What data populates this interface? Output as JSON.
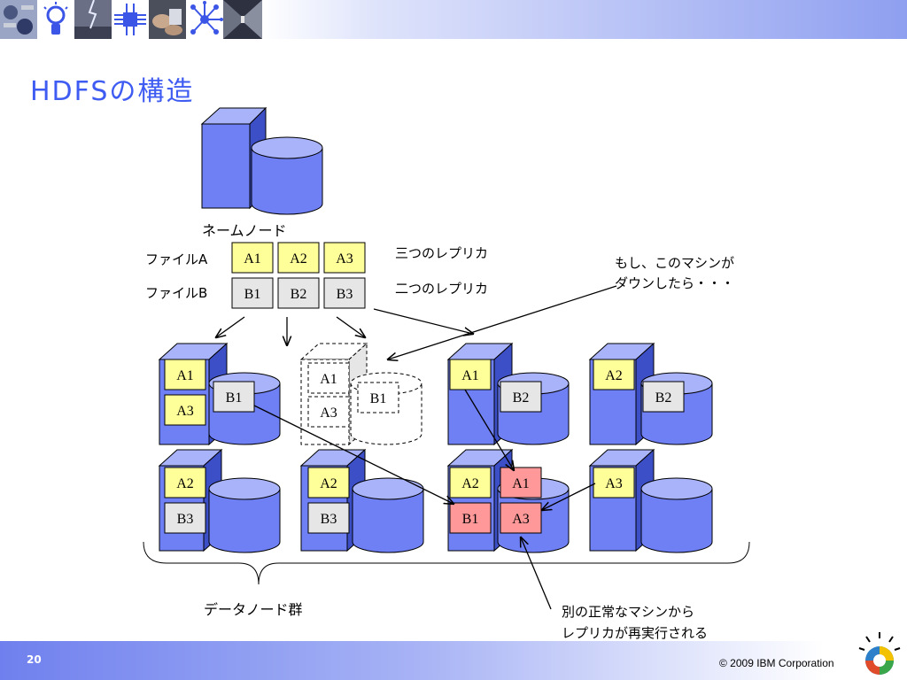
{
  "header": {
    "thumbnails": [
      "cables-icon",
      "lightbulb-icon",
      "lightning-icon",
      "chip-icon",
      "hands-icon",
      "network-icon",
      "corridor-icon"
    ]
  },
  "slide": {
    "title": "HDFSの構造"
  },
  "diagram": {
    "namenode_label": "ネームノード",
    "file_a_label": "ファイルA",
    "file_b_label": "ファイルB",
    "blocks_a": [
      "A1",
      "A2",
      "A3"
    ],
    "blocks_b": [
      "B1",
      "B2",
      "B3"
    ],
    "replica_three": "三つのレプリカ",
    "replica_two": "二つのレプリカ",
    "callout_down": [
      "もし、このマシンが",
      "ダウンしたら・・・"
    ],
    "callout_rereplicate": [
      "別の正常なマシンから",
      "レプリカが再実行される"
    ],
    "datanode_group_label": "データノード群",
    "nodes": [
      {
        "blocks": [
          "A1",
          "A3"
        ],
        "disk_block": "B1"
      },
      {
        "blocks": [
          "A1",
          "A3"
        ],
        "disk_block": "B1",
        "state": "down"
      },
      {
        "blocks": [
          "A1"
        ],
        "disk_block": "B2"
      },
      {
        "blocks": [
          "A2"
        ],
        "disk_block": "B2"
      },
      {
        "blocks": [
          "A2",
          "B3"
        ]
      },
      {
        "blocks": [
          "A2",
          "B3"
        ]
      },
      {
        "blocks": [
          "A2",
          "B1"
        ],
        "disk_blocks": [
          "A1",
          "A3"
        ],
        "state": "recovered"
      },
      {
        "blocks": [
          "A3"
        ]
      }
    ],
    "colors": {
      "server": "#6f7ff4",
      "server_dark": "#3d4fc7",
      "server_top": "#a9b3fa",
      "block_a": "#ffff99",
      "block_b": "#e6e6e6",
      "block_new": "#ff9999"
    }
  },
  "footer": {
    "page_number": "20",
    "copyright": "© 2009 IBM Corporation"
  }
}
